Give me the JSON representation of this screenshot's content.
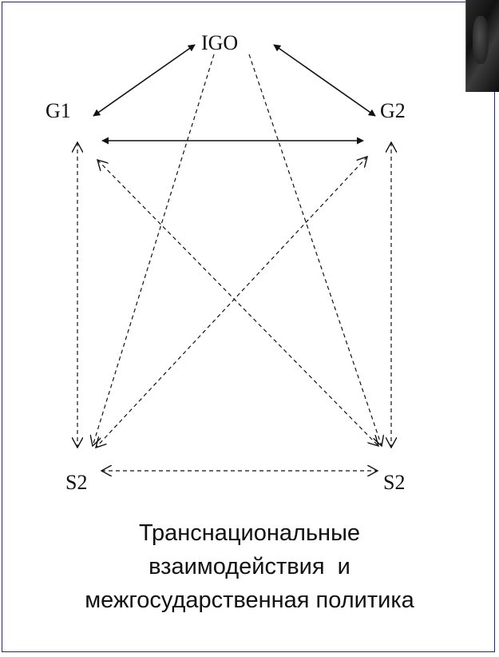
{
  "nodes": {
    "igo": "IGO",
    "g1": "G1",
    "g2": "G2",
    "s_left": "S2",
    "s_right": "S2"
  },
  "caption": {
    "line1": "Транснациональные",
    "line2": "взаимодействия  и",
    "line3": "межгосударственная политика"
  },
  "colors": {
    "frame_border": "#1f2a78",
    "ink": "#111111"
  },
  "edges": [
    {
      "from": "igo",
      "to": "g1",
      "style": "solid",
      "direction": "both"
    },
    {
      "from": "igo",
      "to": "g2",
      "style": "solid",
      "direction": "both"
    },
    {
      "from": "g1",
      "to": "g2",
      "style": "solid",
      "direction": "both"
    },
    {
      "from": "igo",
      "to": "s_left",
      "style": "dashed",
      "direction": "to"
    },
    {
      "from": "igo",
      "to": "s_right",
      "style": "dashed",
      "direction": "to"
    },
    {
      "from": "g1",
      "to": "s_left",
      "style": "dashed",
      "direction": "both"
    },
    {
      "from": "g2",
      "to": "s_right",
      "style": "dashed",
      "direction": "both"
    },
    {
      "from": "g1",
      "to": "s_right",
      "style": "dashed",
      "direction": "both"
    },
    {
      "from": "g2",
      "to": "s_left",
      "style": "dashed",
      "direction": "both"
    },
    {
      "from": "s_left",
      "to": "s_right",
      "style": "dashed",
      "direction": "both"
    }
  ]
}
